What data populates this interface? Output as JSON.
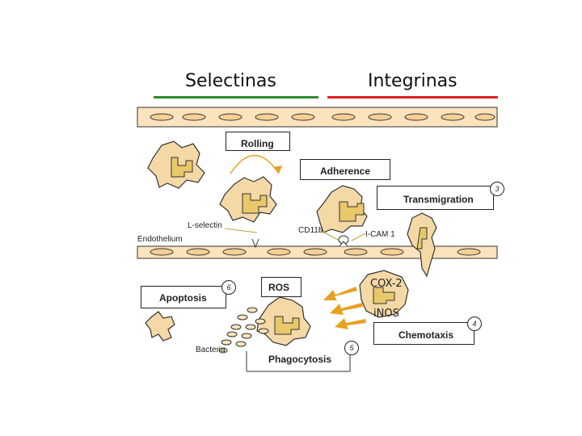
{
  "headings": {
    "selectinas": "Selectinas",
    "integrinas": "Integrinas"
  },
  "colors": {
    "selectinas_bar": "#2e8b2e",
    "integrinas_bar": "#dd2222",
    "cell_fill": "#f4d8a6",
    "nucleus": "#e8c86a",
    "arrow": "#e8a020"
  },
  "boxes": {
    "rolling": "Rolling",
    "adherence": "Adherence",
    "transmigration": "Transmigration",
    "apoptosis": "Apoptosis",
    "chemotaxis": "Chemotaxis",
    "phagocytosis": "Phagocytosis",
    "ros": "ROS"
  },
  "labels": {
    "l_selectin": "L-selectin",
    "endothelium": "Endothelium",
    "cd11b": "CD11b",
    "icam1": "I-CAM 1",
    "bacteria": "Bacteria",
    "cox2": "COX-2",
    "inos": "iNOS"
  },
  "steps": {
    "three": "3",
    "four": "4",
    "five": "5",
    "six": "6"
  }
}
